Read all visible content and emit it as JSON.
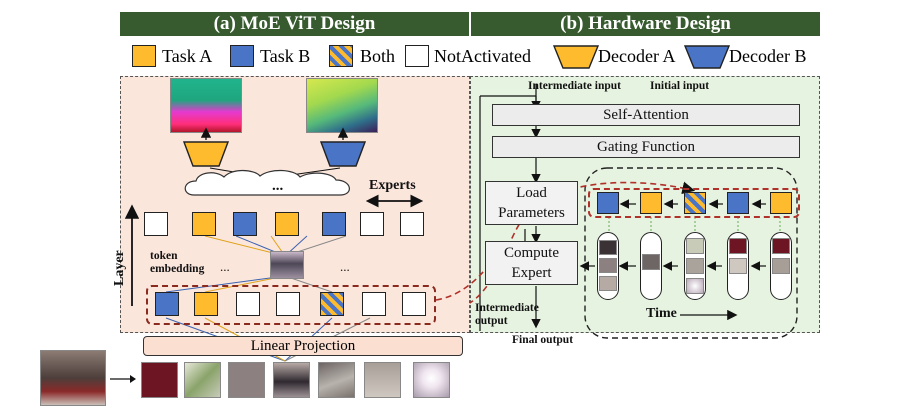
{
  "headers": {
    "left": "(a) MoE ViT Design",
    "right": "(b) Hardware Design"
  },
  "legend": {
    "task_a": "Task A",
    "task_b": "Task B",
    "both": "Both",
    "not_activated": "NotActivated",
    "decoder_a": "Decoder A",
    "decoder_b": "Decoder B"
  },
  "colors": {
    "task_a": "#fdbb2d",
    "task_b": "#4a74c6",
    "header_bg": "#375a2f",
    "left_panel": "#fbe6dc",
    "right_panel": "#e7f3e1",
    "dashed_red": "#b0302a"
  },
  "left": {
    "dots": "...",
    "experts": "Experts",
    "token_embedding": "token\nembedding",
    "ellipsis1": "...",
    "ellipsis2": "...",
    "layer": "Layer",
    "linear_projection": "Linear Projection"
  },
  "right": {
    "intermediate_input": "Intermediate input",
    "initial_input": "Initial input",
    "self_attention": "Self-Attention",
    "gating_function": "Gating Function",
    "load_parameters": "Load Parameters",
    "compute_expert": "Compute Expert",
    "intermediate_output": "Intermediate output",
    "time": "Time",
    "final_output": "Final output"
  }
}
